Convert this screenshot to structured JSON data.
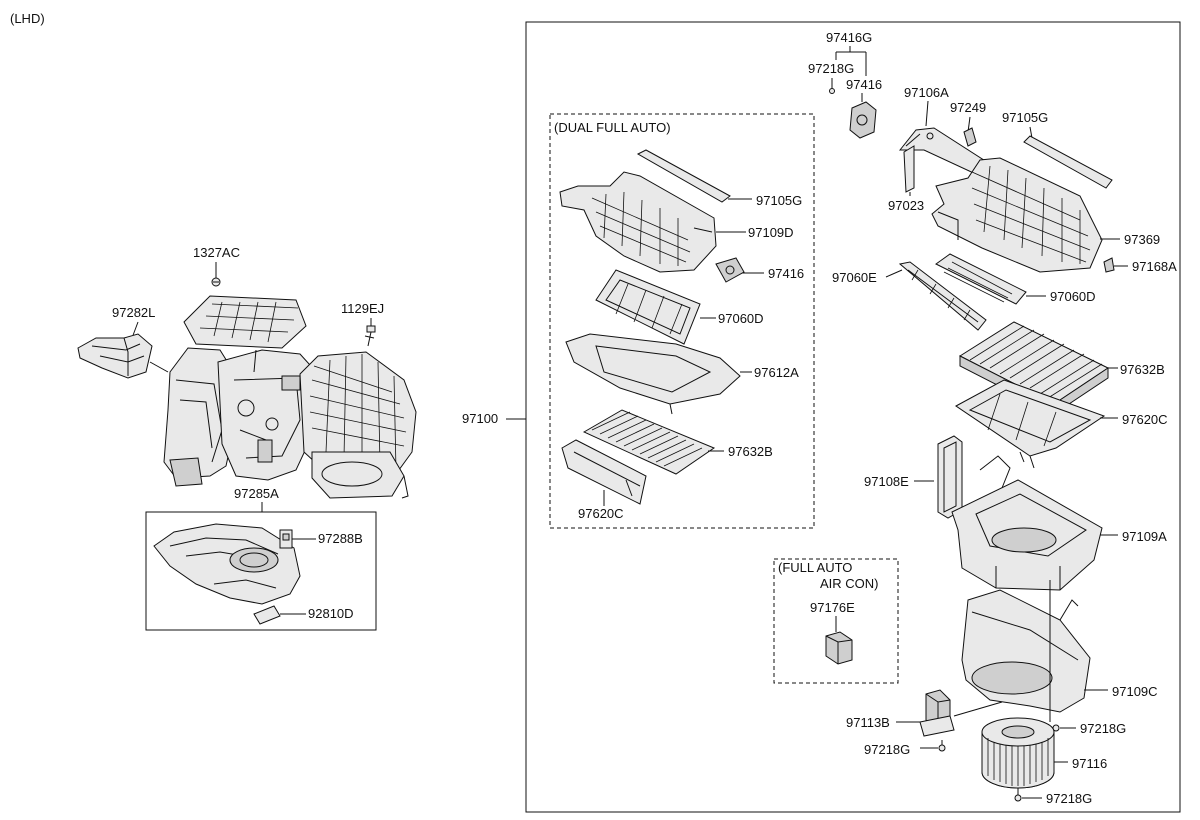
{
  "variant_label": "(LHD)",
  "assembly_label": "97100",
  "group_labels": {
    "dual_full_auto": "(DUAL FULL AUTO)",
    "full_auto_line1": "(FULL AUTO",
    "full_auto_line2": "AIR CON)"
  },
  "left_assembly": {
    "screw_1327ac": "1327AC",
    "bolt_1129ej": "1129EJ",
    "duct_97282l": "97282L",
    "cover_97285a": "97285A",
    "clip_97288b": "97288B",
    "label_92810d": "92810D"
  },
  "dual_full_auto_parts": {
    "cover_97105g": "97105G",
    "case_97109d": "97109D",
    "actuator_97416": "97416",
    "door_97060d": "97060D",
    "case_97612a": "97612A",
    "filter_97632b": "97632B",
    "cover_97620c": "97620C"
  },
  "full_auto_parts": {
    "resistor_97176e": "97176E"
  },
  "main_parts": {
    "actuator_assy_97416g": "97416G",
    "screw_97218g_top": "97218G",
    "actuator_97416": "97416",
    "lever_97106a": "97106A",
    "seal_97249": "97249",
    "cover_97105g": "97105G",
    "link_97023": "97023",
    "case_97369": "97369",
    "clip_97168a": "97168A",
    "door_97060e": "97060E",
    "door_97060d": "97060D",
    "filter_97632b": "97632B",
    "cover_97620c": "97620C",
    "seal_97108e": "97108E",
    "case_97109a": "97109A",
    "case_97109c": "97109C",
    "screw_97218g_right": "97218G",
    "resistor_97113b": "97113B",
    "screw_97218g_left": "97218G",
    "blower_97116": "97116",
    "screw_97218g_bottom": "97218G"
  }
}
